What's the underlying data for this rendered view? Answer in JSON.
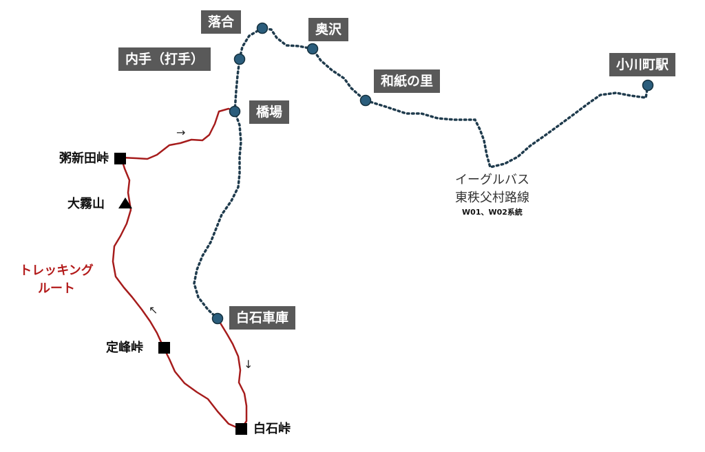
{
  "colors": {
    "bus_route": "#1f3b4d",
    "stop_fill": "#2b5d7c",
    "trek_route": "#a61c1c",
    "label_box": "#595959"
  },
  "bus_stops": {
    "ochiai": "落合",
    "okusawa": "奥沢",
    "uchide": "内手（打手）",
    "washi": "和紙の里",
    "ogawamachi": "小川町駅",
    "hashiba": "橋場",
    "shiraishi_shako": "白石車庫"
  },
  "passes": {
    "shishinden": "粥新田峠",
    "oogiri": "大霧山",
    "jomine": "定峰峠",
    "shiraishi": "白石峠"
  },
  "bus_route_label": {
    "line1": "イーグルバス",
    "line2": "東秩父村路線",
    "line3": "W01、W02系統"
  },
  "trek_label": {
    "line1": "トレッキング",
    "line2": "ルート"
  },
  "icons": {
    "stop": "bus-stop-icon",
    "pass": "pass-square-icon",
    "peak": "summit-triangle-icon",
    "arrow": "direction-arrow-icon"
  }
}
